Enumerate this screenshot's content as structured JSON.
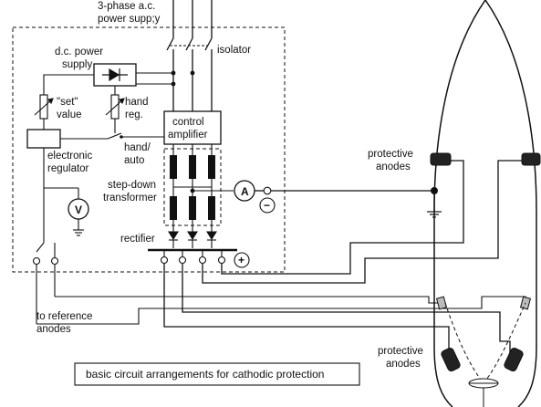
{
  "labels": {
    "supply_line1": "3-phase a.c.",
    "supply_line2": "power supp;y",
    "isolator": "isolator",
    "dc_line1": "d.c. power",
    "dc_line2": "supply",
    "set_line1": "\"set\"",
    "set_line2": "value",
    "hand_line1": "hand",
    "hand_line2": "reg.",
    "amp_line1": "control",
    "amp_line2": "amplifier",
    "handauto_line1": "hand/",
    "handauto_line2": "auto",
    "reg_line1": "electronic",
    "reg_line2": "regulator",
    "stepdown_line1": "step-down",
    "stepdown_line2": "transformer",
    "voltmeter": "V",
    "ammeter": "A",
    "minus": "−",
    "plus": "+",
    "rectifier": "rectifier",
    "ref_line1": "to reference",
    "ref_line2": "anodes",
    "prot_top_line1": "protective",
    "prot_top_line2": "anodes",
    "prot_bot_line1": "protective",
    "prot_bot_line2": "anodes"
  },
  "caption": "basic circuit arrangements for cathodic protection",
  "colors": {
    "ink": "#111111",
    "background": "#ffffff",
    "anode_fill": "#222222",
    "ref_anode_fill": "#bbbbbb"
  }
}
